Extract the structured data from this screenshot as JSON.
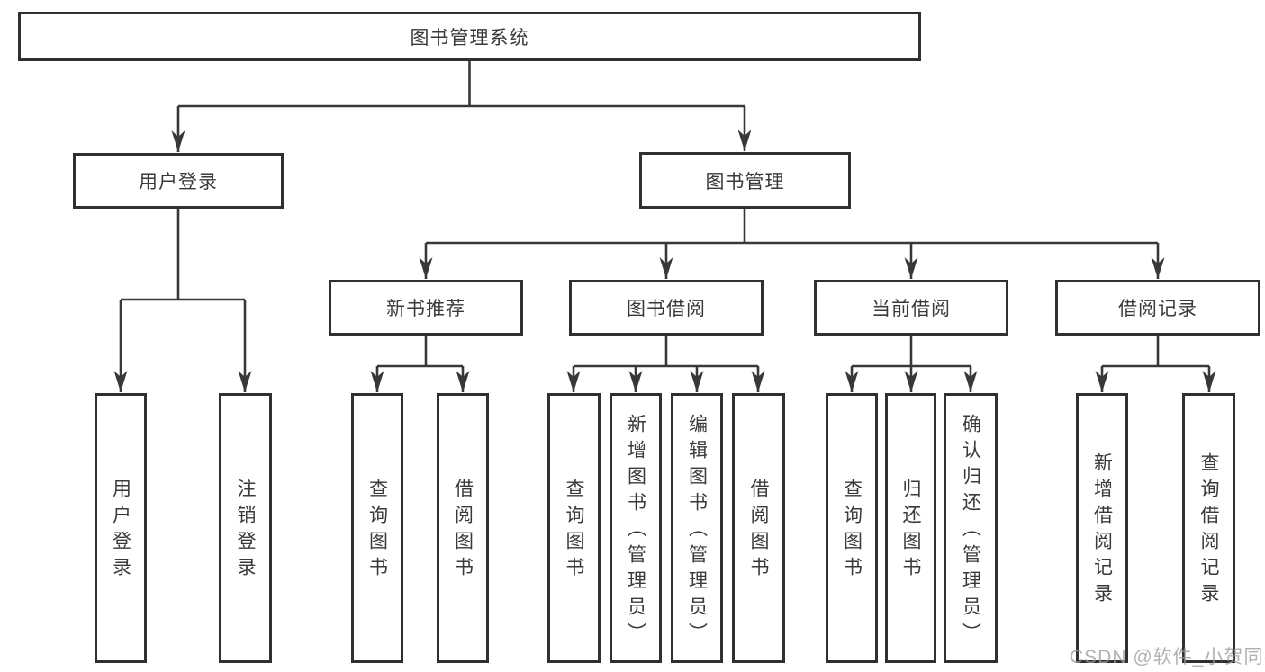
{
  "diagram": {
    "root": {
      "label": "图书管理系统"
    },
    "branches": [
      {
        "label": "用户登录",
        "children": [
          {
            "label": "用户登录"
          },
          {
            "label": "注销登录"
          }
        ]
      },
      {
        "label": "图书管理",
        "groups": [
          {
            "label": "新书推荐",
            "children": [
              {
                "label": "查询图书"
              },
              {
                "label": "借阅图书"
              }
            ]
          },
          {
            "label": "图书借阅",
            "children": [
              {
                "label": "查询图书"
              },
              {
                "label": "新增图书（管理员）"
              },
              {
                "label": "编辑图书（管理员）"
              },
              {
                "label": "借阅图书"
              }
            ]
          },
          {
            "label": "当前借阅",
            "children": [
              {
                "label": "查询图书"
              },
              {
                "label": "归还图书"
              },
              {
                "label": "确认归还（管理员）"
              }
            ]
          },
          {
            "label": "借阅记录",
            "children": [
              {
                "label": "新增借阅记录"
              },
              {
                "label": "查询借阅记录"
              }
            ]
          }
        ]
      }
    ],
    "colors": {
      "line": "#383838",
      "box_border": "#303030",
      "box_fill": "#ffffff",
      "text": "#3a3a3a",
      "watermark": "#9e9e9e",
      "background": "#ffffff"
    },
    "watermark": "CSDN @软件_小贺同学"
  }
}
